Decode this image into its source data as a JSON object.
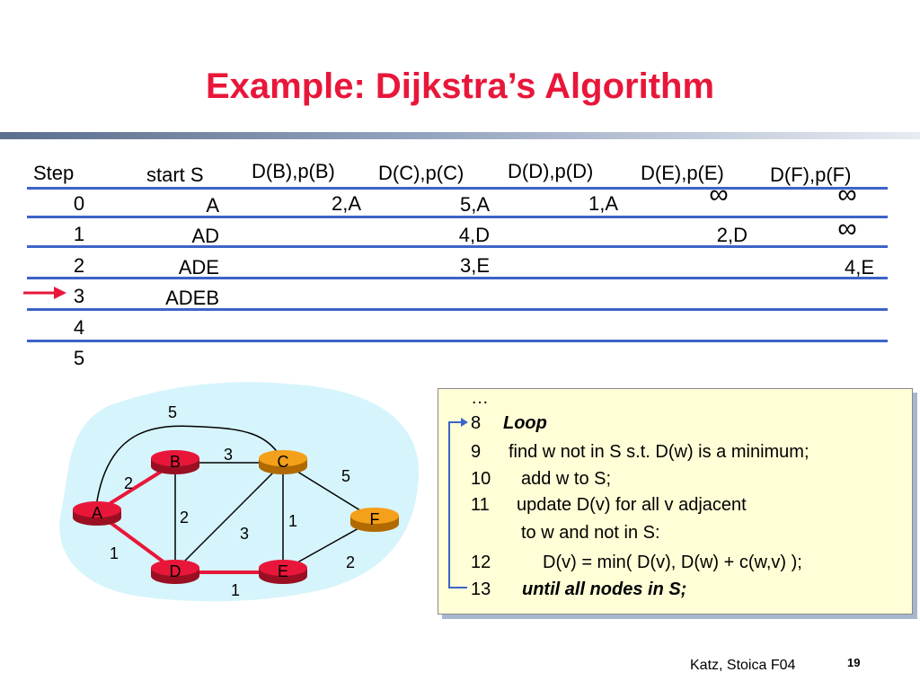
{
  "slide": {
    "title": "Example: Dijkstra’s Algorithm",
    "footer": "Katz, Stoica F04",
    "page_number": "19"
  },
  "table": {
    "headers": [
      "Step",
      "start S",
      "D(B),p(B)",
      "D(C),p(C)",
      "D(D),p(D)",
      "D(E),p(E)",
      "D(F),p(F)"
    ],
    "steps": [
      "0",
      "1",
      "2",
      "3",
      "4",
      "5"
    ],
    "start_s": [
      "A",
      "AD",
      "ADE",
      "ADEB"
    ],
    "entries": {
      "b": [
        "2,A"
      ],
      "c": [
        "5,A",
        "4,D",
        "3,E"
      ],
      "d": [
        "1,A"
      ],
      "e": [
        "∞",
        "2,D"
      ],
      "f": [
        "∞",
        "∞",
        "4,E"
      ]
    },
    "current_step": "3"
  },
  "graph": {
    "nodes": [
      "A",
      "B",
      "C",
      "D",
      "E",
      "F"
    ],
    "edge_weights": {
      "ab": "2",
      "ac": "5",
      "ad": "1",
      "bc": "3",
      "bd": "2",
      "cd": "3",
      "ce": "1",
      "cf": "5",
      "de": "1",
      "ef": "2"
    },
    "highlighted_edges": [
      "A-B",
      "A-D",
      "D-E"
    ],
    "colors": {
      "node_red": "#e8173a",
      "node_orange": "#f5a01a",
      "highlight": "#e8173a",
      "blob": "#d6f4fb"
    }
  },
  "code": {
    "ellipsis": "…",
    "lines": [
      {
        "num": "8",
        "text": "Loop"
      },
      {
        "num": "9",
        "text": "find w not in S s.t. D(w) is a minimum;"
      },
      {
        "num": "10",
        "text": "add w to S;"
      },
      {
        "num": "11",
        "text": "update D(v) for all v adjacent"
      },
      {
        "num": "",
        "text": "to w and not in S:"
      },
      {
        "num": "12",
        "text": "D(v) = min( D(v), D(w) + c(w,v) );"
      },
      {
        "num": "13",
        "text": "until all nodes in S;"
      }
    ]
  }
}
